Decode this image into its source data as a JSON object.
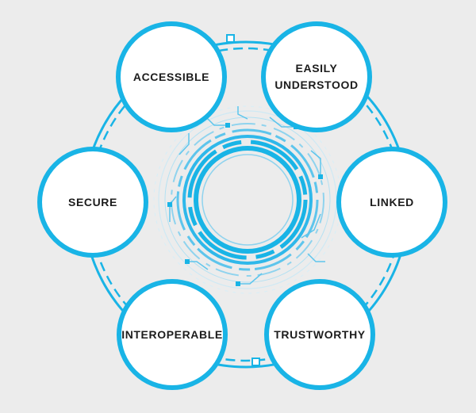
{
  "diagram": {
    "accent_color": "#19b4e6",
    "center_graphic": "circular-tech-ring",
    "nodes": [
      {
        "id": "accessible",
        "label": "ACCESSIBLE"
      },
      {
        "id": "easily-understood",
        "label": "EASILY\nUNDERSTOOD"
      },
      {
        "id": "linked",
        "label": "LINKED"
      },
      {
        "id": "trustworthy",
        "label": "TRUSTWORTHY"
      },
      {
        "id": "interoperable",
        "label": "INTEROPERABLE"
      },
      {
        "id": "secure",
        "label": "SECURE"
      }
    ]
  }
}
